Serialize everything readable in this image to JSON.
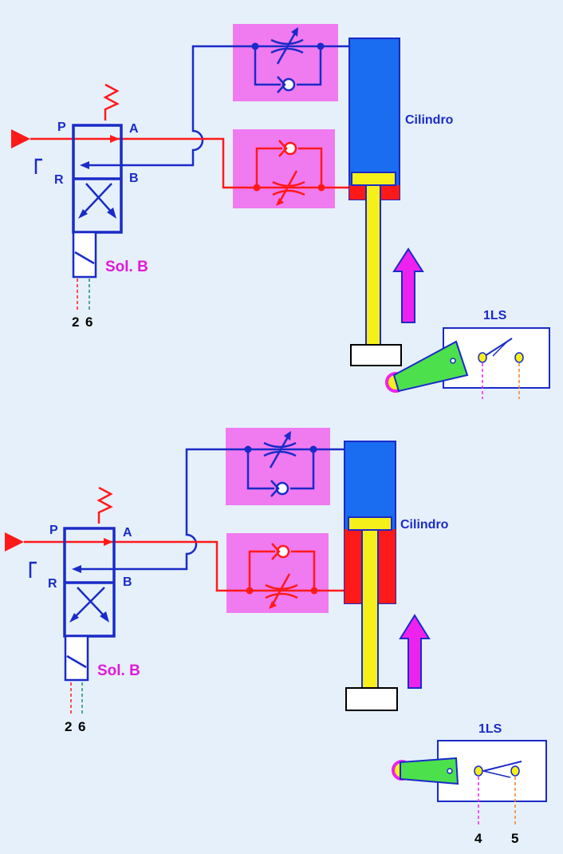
{
  "colors": {
    "background": "#e6f0fa",
    "pressure_line": "#ff1a1a",
    "return_line": "#1a2bc8",
    "flow_control_box": "#f07af0",
    "cylinder_barrel": "#1a6cf0",
    "piston_rod": "#f5f01a",
    "cap_end_chamber": "#ff1a1a",
    "motion_arrow": "#ee22ee",
    "limit_switch_lever": "#4de04d",
    "switch_contact": "#f5f01a"
  },
  "top_circuit": {
    "port_p": "P",
    "port_a": "A",
    "port_r": "R",
    "port_b": "B",
    "cylinder_label": "Cilindro",
    "solenoid_label": "Sol. B",
    "wire_left": "2",
    "wire_right": "6",
    "limit_switch_label": "1LS"
  },
  "bottom_circuit": {
    "port_p": "P",
    "port_a": "A",
    "port_r": "R",
    "port_b": "B",
    "cylinder_label": "Cilindro",
    "solenoid_label": "Sol. B",
    "wire_left": "2",
    "wire_right": "6",
    "limit_switch_label": "1LS",
    "switch_wire_left": "4",
    "switch_wire_right": "5"
  }
}
